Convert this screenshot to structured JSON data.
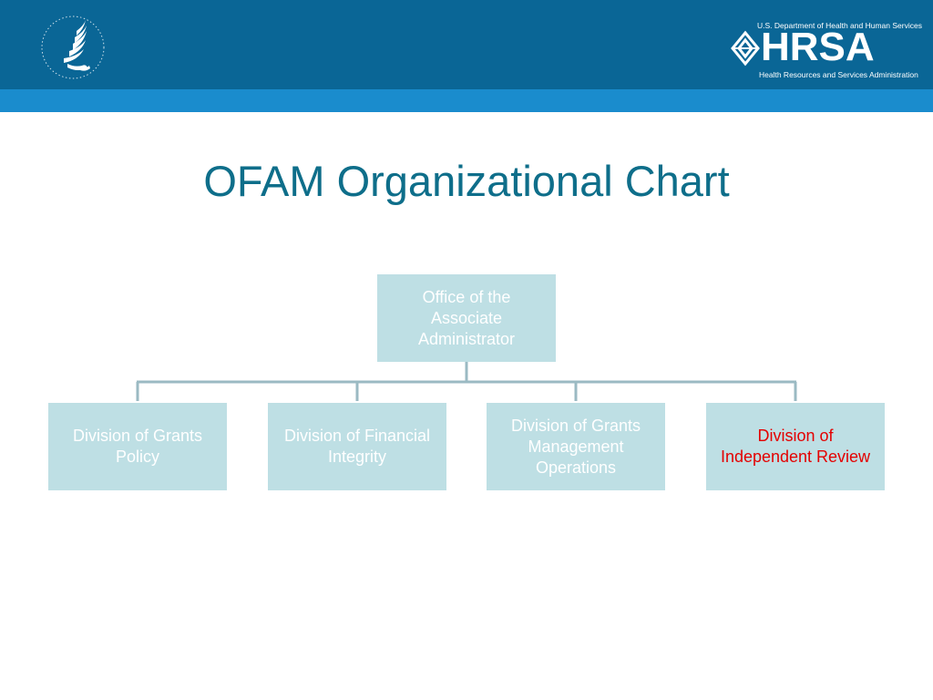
{
  "header": {
    "hrsa": {
      "department": "U.S. Department of Health and Human Services",
      "wordmark": "HRSA",
      "subtitle": "Health Resources and Services Administration"
    },
    "seal_icon": "hhs-eagle-seal-icon"
  },
  "slide": {
    "title": "OFAM Organizational Chart"
  },
  "org_chart": {
    "root": {
      "label": "Office of the Associate Administrator"
    },
    "children": [
      {
        "label": "Division of Grants Policy"
      },
      {
        "label": "Division of Financial Integrity"
      },
      {
        "label": "Division of Grants Management Operations"
      },
      {
        "label": "Division of Independent Review"
      }
    ]
  },
  "colors": {
    "header_band": "#0a6696",
    "header_stripe": "#1a8ccd",
    "title": "#0e6e8a",
    "box_fill": "#bedfe4",
    "box_text": "#ffffff",
    "highlight_text": "#e40000",
    "connector": "#9bbac3"
  }
}
